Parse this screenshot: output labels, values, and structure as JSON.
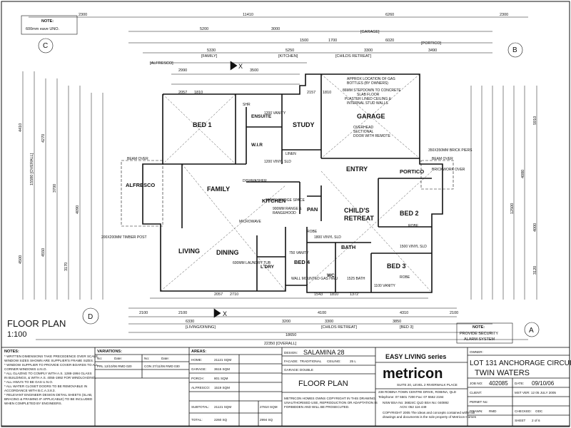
{
  "sheet": {
    "note_top_title": "NOTE:",
    "note_top_text": "600mm eave UNO.",
    "floor_plan_label": "FLOOR PLAN",
    "scale_label": "1:100",
    "note_security_title": "NOTE:",
    "note_security_line1": "PROVIDE SECURITY",
    "note_security_line2": "ALARM SYSTEM",
    "grid_markers": [
      "C",
      "B",
      "D",
      "A"
    ],
    "north_markers": [
      "X",
      "X"
    ]
  },
  "rooms": {
    "bed1": "BED 1",
    "ensuite": "ENSUITE",
    "wir": "W.I.R",
    "study": "STUDY",
    "garage": "GARAGE",
    "linen": "LINEN",
    "entry": "ENTRY",
    "portico": "PORTICO",
    "alfresco": "ALFRESCO",
    "family": "FAMILY",
    "kitchen": "KITCHEN",
    "pan": "PAN",
    "childs_retreat_1": "CHILD'S",
    "childs_retreat_2": "RETREAT",
    "bed2": "BED 2",
    "living": "LIVING",
    "dining": "DINING",
    "bed4": "BED 4",
    "bath": "BATH",
    "bed3": "BED 3",
    "wc": "WC",
    "ldry": "L'DRY"
  },
  "annotations": {
    "garage_note_1": "APPROX LOCATION OF GAS",
    "garage_note_2": "BOTTLES (BY OWNERS)",
    "garage_note_3": "86MM STEPDOWN TO CONCRETE",
    "garage_note_4": "SLAB FLOOR",
    "garage_note_5": "PLASTER LINED CEILING &",
    "garage_note_6": "INTERNAL STUD WALLS",
    "garage_door_1": "OVERHEAD",
    "garage_door_2": "SECTIONAL",
    "garage_door_3": "DOOR WITH REMOTE",
    "vanity_ensuite": "1200 VANITY",
    "ensuite_shr": "SHR",
    "pier_note": "350X350MM BRICK PIERS",
    "beam_over": "BEAM OVER",
    "brickwork_over": "BRICKWORK OVER",
    "timber_post": "200X200MM TIMBER POST",
    "beam_over_alfresco": "BEAM OVER",
    "dishwasher": "DISHWASHER",
    "kitchen_note_1": "900MM RANGE &",
    "kitchen_note_2": "RANGEHOOD",
    "kitchen_note_3": "900MM FRIDGE SPACE",
    "slider": "1200 VINYL SLD",
    "childs_vinyl": "1800 VINYL SLD",
    "bed2_robe": "ROBE",
    "bed2_vinyl": "1500 VINYL SLD",
    "bed3_robe": "ROBE",
    "bed4_robe": "ROBE",
    "vanity_bath": "750 VANITY",
    "bath_size": "1525 BATH",
    "wall_mounted": "WALL MOUNTED GAS HWU",
    "microwave": "MICROWAVE",
    "tub_note": "600MM LAUNDRY TUB",
    "vanity_wc": "1100 VANITY"
  },
  "dimensions": {
    "top_overall": [
      "2300",
      "11410",
      "6260",
      "2300"
    ],
    "top_row2": [
      "5200",
      "3000",
      "1500",
      "1700",
      "6020"
    ],
    "top_row3": [
      "5330",
      "5250",
      "3300",
      "3490"
    ],
    "top_row4": [
      "2990",
      "3500"
    ],
    "top_labels": [
      "[FAMILY]",
      "[ALFRESCO]",
      "[KITCHEN]",
      "[CHILDS RETREAT]",
      "[GARAGE]",
      "[PORTICO]"
    ],
    "bottom_row1": [
      "2100",
      "2100",
      "4100",
      "4310",
      "2100"
    ],
    "bottom_row2": [
      "6330",
      "3200",
      "3300",
      "3850"
    ],
    "bottom_labels": [
      "[LIVING/DINING]",
      "[CHILDS RETREAT]",
      "[BED 3]"
    ],
    "bottom_overall": [
      "18650",
      "22350 [OVERALL]"
    ],
    "left_dims": [
      "4410",
      "15580 [OVERALL]",
      "4500",
      "4270",
      "3700",
      "4550",
      "3170",
      "4090"
    ],
    "right_dims": [
      "5910",
      "4000",
      "4080",
      "3120",
      "12500"
    ],
    "inner_top": [
      "2057",
      "1810",
      "2157",
      "1810"
    ],
    "inner_bottom": [
      "2057",
      "2710",
      "1543",
      "1810",
      "1372"
    ]
  },
  "title_block": {
    "general_notes_title": "NOTES:",
    "general_notes": [
      "* WRITTEN DIMENSIONS TAKE PRECEDENCE OVER SCALE.",
      "WINDOW SIZES SHOWN ARE SUPPLIER'S FRAME SIZES.",
      "* WINDOW SUPPLIER TO PROVIDE COVER BOARDS TO ALL",
      "CORNER WINDOWS U.N.O.",
      "* ALL GLAZING TO COMPLY WITH A.S. 1288-1994 GLASS",
      "IN BUILDINGS, & WITH A.S. 4055-1992 FOR WINDLOADING.",
      "* ALL HWU'S TO BE GAS U.N.O.",
      "* ALL WATER CLOSET DOORS TO BE REMOVABLE IN",
      "ACCORDANCE WITH B.C.A.3.8.3.",
      "* RELEVANT ENGINEER DESIGN DETAIL SHEETS (SLAB,",
      "BRACING & FRAMING IF APPLICABLE) TO BE INCLUDED",
      "WHEN COMPLETED BY ENGINEERS."
    ],
    "variations_title": "VARIATIONS:",
    "var_headers": [
      "No:",
      "Date:",
      "No:",
      "Date:"
    ],
    "var_entries": [
      "PRL 12/10/06 RMD 020",
      "CON 27/11/06 RMD 030"
    ],
    "areas_title": "AREAS:",
    "areas": [
      {
        "label": "HOME:",
        "value": "21121 SQM"
      },
      {
        "label": "GARAGE:",
        "value": "3615 SQM"
      },
      {
        "label": "PORCH:",
        "value": "801 SQM"
      },
      {
        "label": "ALFRESCO:",
        "value": "1519 SQM"
      }
    ],
    "subtotal_label": "SUBTOTAL:",
    "subtotal_values": [
      "21121 SQM",
      "27810 SQM",
      "2260 SQ",
      "2994 SQ"
    ],
    "total_label": "TOTAL:",
    "design_label": "DESIGN:",
    "design_value": "SALAMINA 28",
    "facade_label": "FACADE:",
    "facade_value": "TRADITIONAL",
    "ceiling_label": "CEILING:",
    "ceiling_value": "25 L",
    "garage_label": "GARAGE:",
    "garage_value": "DOUBLE",
    "sheet_title": "FLOOR PLAN",
    "copyright": [
      "METRICON HOMES OWNS COPYRIGHT IN THIS DRAWING.",
      "UNAUTHORISED USE, REPRODUCTION OR ADAPTATION IS",
      "FORBIDDEN AND WILL BE PROSECUTED."
    ],
    "series": "EASY LIVING series",
    "brand": "metricon",
    "address_lines": [
      "SUITE 20, LEVEL 2 RIVERWALK PLACE",
      "238 ROBINA TOWN CENTRE DRIVE, ROBINA, QLD",
      "Telephone: 07 5501 7200   Fax: 07 5562 2194"
    ],
    "licence_lines": [
      "NSW BSA No: 36824C   QLD BSA No: 040892",
      "ACN: 052 116 449"
    ],
    "copyright_small": [
      "COPYRIGHT 2005 The ideas and concepts contained within all",
      "drawings and documents is the sole property of Metricon Homes"
    ],
    "owner_label": "OWNER:",
    "lot_line": "LOT 131 ANCHORAGE CIRCUIT",
    "suburb_line": "TWIN WATERS",
    "job_label": "JOB NO:",
    "job_value": "402085",
    "date_label": "DATE:",
    "date_value": "09/10/06",
    "client_label": "CLIENT:",
    "mst_ver": "MST VER: 12 05 JULY 2005",
    "permit_label": "PERMIT No:",
    "drawn_label": "DRAWN:",
    "drawn_value": "RMD",
    "checked_label": "CHECKED:",
    "checked_value": "ODC",
    "sheet_label": "SHEET",
    "sheet_value": "2 of 6"
  }
}
